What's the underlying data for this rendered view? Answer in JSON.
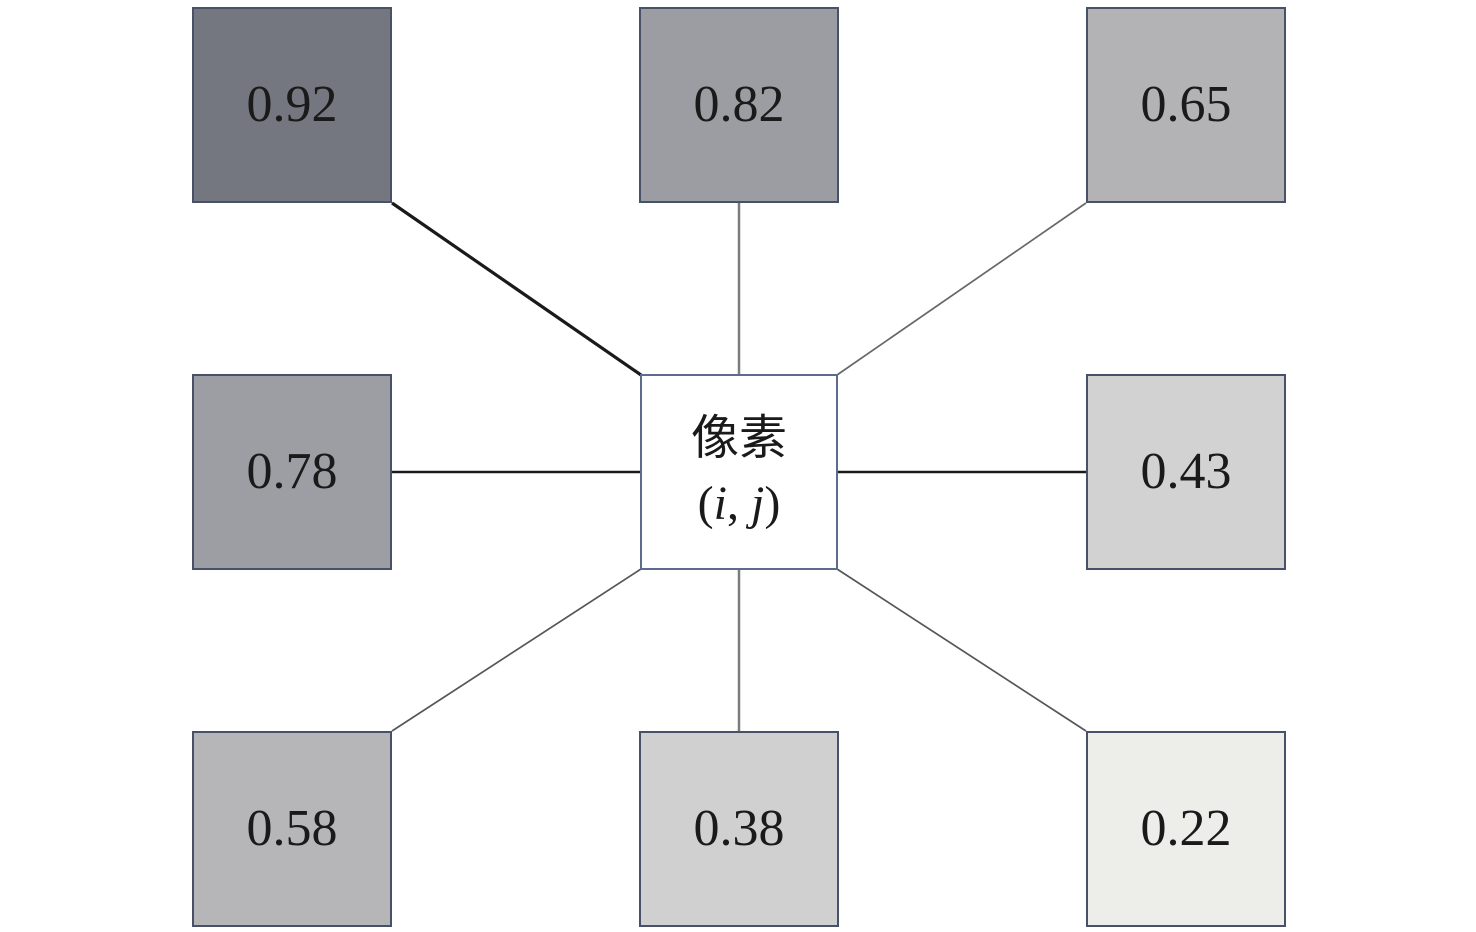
{
  "diagram": {
    "background": "#ffffff",
    "text_color": "#1a1a1a",
    "neighbor_border": "#475269",
    "center": {
      "label": "像素",
      "coord_open": "(",
      "coord_i": "i",
      "coord_sep": ", ",
      "coord_j": "j",
      "coord_close": ")",
      "fill": "#ffffff",
      "border": "#5d6c8c"
    },
    "neighbors": {
      "top_left": {
        "value": "0.92",
        "fill": "#74777f",
        "edge": {
          "color": "#1a1a1a",
          "width": 3.2
        }
      },
      "top_center": {
        "value": "0.82",
        "fill": "#9b9da2",
        "edge": {
          "color": "#7a7c80",
          "width": 2.5
        }
      },
      "top_right": {
        "value": "0.65",
        "fill": "#b3b3b5",
        "edge": {
          "color": "#66676b",
          "width": 1.7
        }
      },
      "mid_left": {
        "value": "0.78",
        "fill": "#9c9ea3",
        "edge": {
          "color": "#1a1a1a",
          "width": 2.6
        }
      },
      "mid_right": {
        "value": "0.43",
        "fill": "#d2d2d3",
        "edge": {
          "color": "#1a1a1a",
          "width": 2.6
        }
      },
      "bottom_left": {
        "value": "0.58",
        "fill": "#b6b6b8",
        "edge": {
          "color": "#55565a",
          "width": 1.7
        }
      },
      "bottom_center": {
        "value": "0.38",
        "fill": "#d0d0d1",
        "edge": {
          "color": "#7a7c80",
          "width": 2.5
        }
      },
      "bottom_right": {
        "value": "0.22",
        "fill": "#edede9",
        "edge": {
          "color": "#55565a",
          "width": 1.7
        }
      }
    }
  }
}
